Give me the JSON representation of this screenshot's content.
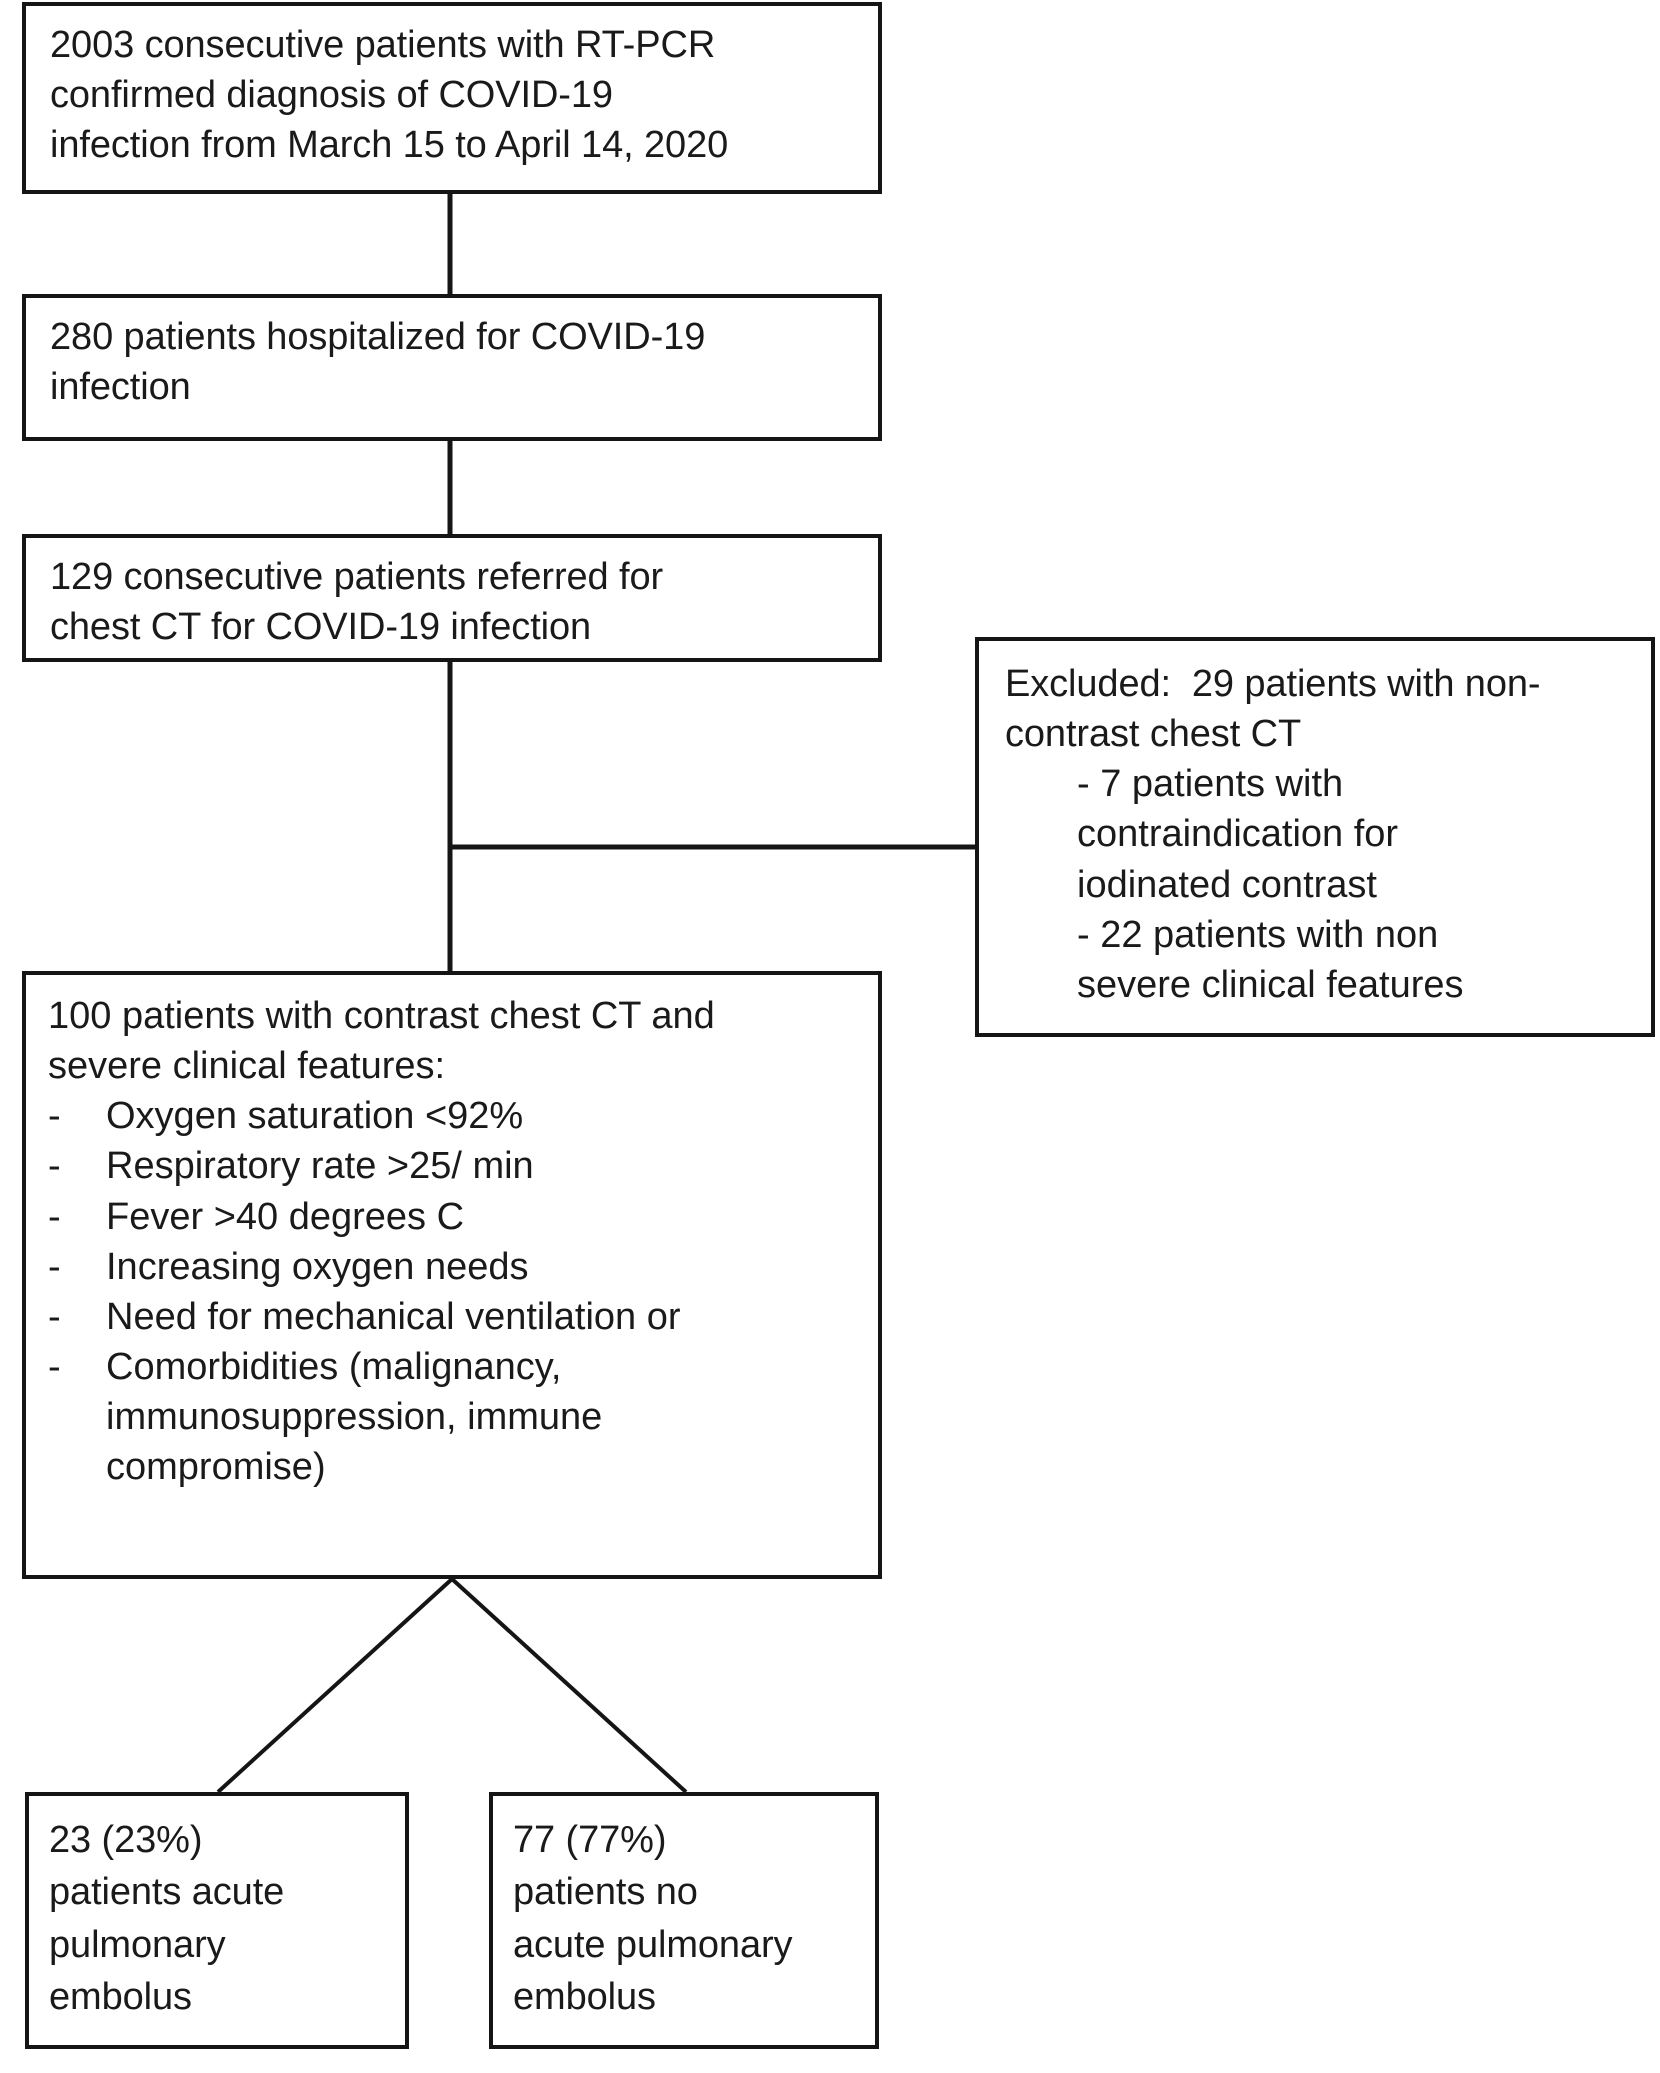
{
  "diagram": {
    "title": "Patient selection flow diagram",
    "type": "flowchart",
    "colors": {
      "box_border": "#151515",
      "connector": "#151515",
      "background": "#ffffff",
      "text": "#1a1a1a"
    }
  },
  "nodes": {
    "screened": {
      "id": "screened",
      "count": 2003,
      "lines": [
        "2003 consecutive patients with RT-PCR",
        "confirmed diagnosis of COVID-19",
        "infection from March 15 to April 14, 2020"
      ]
    },
    "hospitalized": {
      "id": "hospitalized",
      "count": 280,
      "lines": [
        "280 patients hospitalized for COVID-19",
        "infection"
      ]
    },
    "referred": {
      "id": "referred",
      "count": 129,
      "lines": [
        "129 consecutive patients referred for",
        "chest CT for COVID-19 infection"
      ]
    },
    "excluded": {
      "id": "excluded",
      "count": 29,
      "lines": [
        "Excluded:  29 patients with non-",
        "contrast chest CT"
      ],
      "sub_items": [
        "- 7 patients with\ncontraindication for\niodinated contrast",
        "- 22 patients with non\nsevere clinical features"
      ]
    },
    "included": {
      "id": "included",
      "count": 100,
      "lead_lines": [
        "100 patients with contrast chest CT and",
        "severe clinical features:"
      ],
      "bullet_mark": "-",
      "bullets": [
        "Oxygen saturation <92%",
        "Respiratory rate >25/ min",
        "Fever >40 degrees C",
        "Increasing oxygen needs",
        "Need for mechanical ventilation or",
        "Comorbidities (malignancy,\nimmunosuppression, immune\ncompromise)"
      ]
    },
    "pe_yes": {
      "id": "pe-yes",
      "count": 23,
      "percent": "23%",
      "lines": [
        "23 (23%)",
        "patients acute",
        "pulmonary",
        "embolus"
      ]
    },
    "pe_no": {
      "id": "pe-no",
      "count": 77,
      "percent": "77%",
      "lines": [
        "77 (77%)",
        "patients no",
        "acute pulmonary",
        "embolus"
      ]
    }
  },
  "connectors": [
    {
      "name": "screened-to-hospitalized",
      "kind": "vertical"
    },
    {
      "name": "hospitalized-to-referred",
      "kind": "vertical"
    },
    {
      "name": "referred-to-included",
      "kind": "vertical"
    },
    {
      "name": "referred-to-excluded",
      "kind": "horizontal-branch"
    },
    {
      "name": "included-to-pe-yes",
      "kind": "diagonal"
    },
    {
      "name": "included-to-pe-no",
      "kind": "diagonal"
    }
  ]
}
